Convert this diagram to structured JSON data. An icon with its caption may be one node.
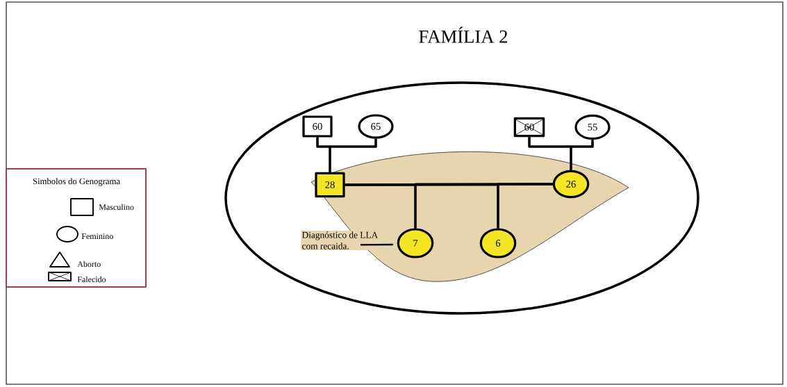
{
  "diagram": {
    "title": "FAMÍLIA 2",
    "nodes": [
      {
        "text": [
          "Simbolos do Genograma"
        ]
      },
      {
        "text": [
          "60"
        ]
      },
      {
        "text": [
          "65"
        ]
      },
      {
        "text": [
          "60"
        ]
      },
      {
        "text": [
          "55"
        ]
      },
      {
        "text": [
          "28"
        ]
      },
      {
        "text": [
          "26"
        ]
      },
      {
        "text": [
          "7"
        ]
      },
      {
        "text": [
          "6"
        ]
      },
      {
        "text": [
          "Diagnóstico de LLA com recaida."
        ]
      }
    ],
    "edges": [
      {
        "from": 1,
        "to": 2,
        "arrow": "none"
      },
      {
        "from": 1,
        "to": 5,
        "arrow": "none"
      },
      {
        "from": 2,
        "to": 5,
        "arrow": "none"
      },
      {
        "from": 3,
        "to": 4,
        "arrow": "none"
      },
      {
        "from": 3,
        "to": 6,
        "arrow": "none"
      },
      {
        "from": 4,
        "to": 6,
        "arrow": "none"
      },
      {
        "from": 5,
        "to": 6,
        "arrow": "none"
      },
      {
        "from": 5,
        "to": 7,
        "arrow": "none"
      },
      {
        "from": 6,
        "to": 7,
        "arrow": "none"
      },
      {
        "from": 5,
        "to": 8,
        "arrow": "none"
      },
      {
        "from": 6,
        "to": 8,
        "arrow": "none"
      },
      {
        "from": 9,
        "to": 7,
        "arrow": "none"
      }
    ],
    "legend": [
      {
        "text": "Masculino"
      },
      {
        "text": "Feminino"
      },
      {
        "text": "Aborto"
      },
      {
        "text": "Falecido"
      }
    ]
  }
}
